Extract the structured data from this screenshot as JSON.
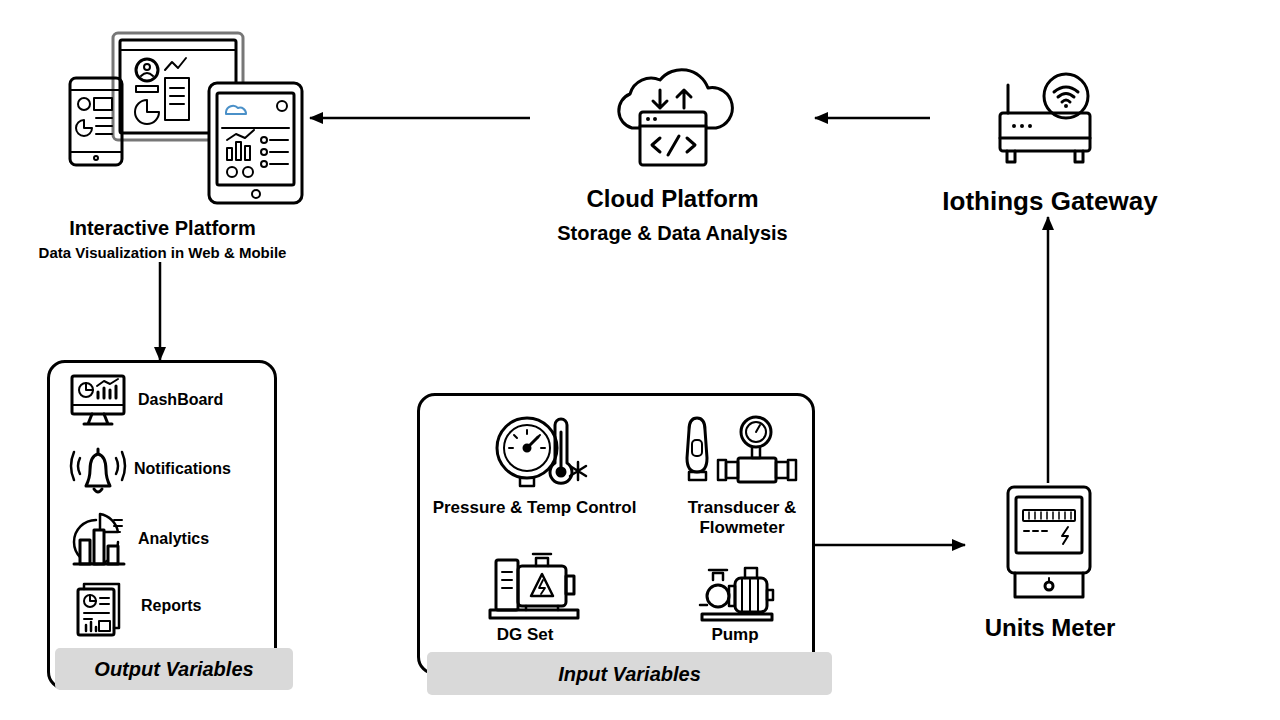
{
  "diagram": {
    "nodes": [
      {
        "text": [
          "Interactive Platform",
          "Data Visualization in Web & Mobile"
        ]
      },
      {
        "text": [
          "Cloud Platform",
          "Storage & Data Analysis"
        ]
      },
      {
        "text": [
          "Iothings Gateway"
        ]
      },
      {
        "text": [
          "Output Variables"
        ]
      },
      {
        "text": [
          "DashBoard"
        ],
        "in": 3
      },
      {
        "text": [
          "Notifications"
        ],
        "in": 3
      },
      {
        "text": [
          "Analytics"
        ],
        "in": 3
      },
      {
        "text": [
          "Reports"
        ],
        "in": 3
      },
      {
        "text": [
          "Input Variables"
        ]
      },
      {
        "text": [
          "Pressure & Temp Control"
        ],
        "in": 8
      },
      {
        "text": [
          "Transducer & Flowmeter"
        ],
        "in": 8
      },
      {
        "text": [
          "DG Set"
        ],
        "in": 8
      },
      {
        "text": [
          "Pump"
        ],
        "in": 8
      },
      {
        "text": [
          "Units Meter"
        ]
      }
    ],
    "edges": [
      {
        "from": 8,
        "to": 13,
        "arrow": "to"
      },
      {
        "from": 13,
        "to": 2,
        "arrow": "to"
      },
      {
        "from": 2,
        "to": 1,
        "arrow": "to"
      },
      {
        "from": 1,
        "to": 0,
        "arrow": "to"
      },
      {
        "from": 0,
        "to": 3,
        "arrow": "to"
      }
    ]
  }
}
